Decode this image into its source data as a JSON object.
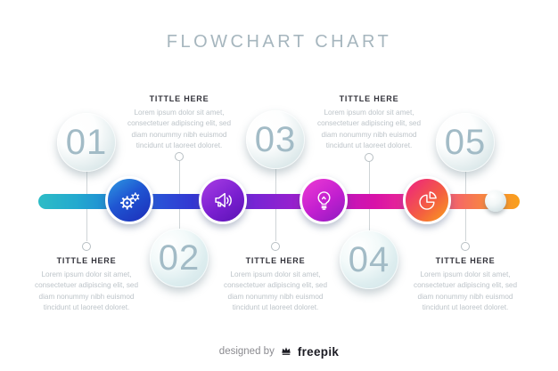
{
  "title": "FLOWCHART CHART",
  "steps": [
    {
      "number": "01",
      "heading": "TITTLE HERE",
      "body": "Lorem ipsum dolor sit amet, consectetuer adipiscing elit, sed diam nonummy nibh euismod tincidunt ut laoreet doloret."
    },
    {
      "number": "02",
      "heading": "TITTLE HERE",
      "body": "Lorem ipsum dolor sit amet, consectetuer adipiscing elit, sed diam nonummy nibh euismod tincidunt ut laoreet doloret."
    },
    {
      "number": "03",
      "heading": "TITTLE HERE",
      "body": "Lorem ipsum dolor sit amet, consectetuer adipiscing elit, sed diam nonummy nibh euismod tincidunt ut laoreet doloret."
    },
    {
      "number": "04",
      "heading": "TITTLE HERE",
      "body": "Lorem ipsum dolor sit amet, consectetuer adipiscing elit, sed diam nonummy nibh euismod tincidunt ut laoreet doloret."
    },
    {
      "number": "05",
      "heading": "TITTLE HERE",
      "body": "Lorem ipsum dolor sit amet, consectetuer adipiscing elit, sed diam nonummy nibh euismod tincidunt ut laoreet doloret."
    }
  ],
  "icons": [
    {
      "name": "gears-icon",
      "color": "#1d2db9"
    },
    {
      "name": "megaphone-icon",
      "color": "#7a1fd0"
    },
    {
      "name": "lightbulb-icon",
      "color": "#c21fd0"
    },
    {
      "name": "pie-chart-icon",
      "color": "#f4613f"
    }
  ],
  "timeline": {
    "gradient": [
      "#2dbcc6",
      "#1e86d5",
      "#3337d2",
      "#9320cf",
      "#d812a8",
      "#ee2e8f",
      "#f9a01b"
    ]
  },
  "colors": {
    "title": "#a6b6be",
    "number": "#a2bbc6",
    "heading": "#33333b",
    "body_text": "#bdc4c9"
  },
  "footer": {
    "credit": "designed by",
    "brand": "freepik"
  }
}
